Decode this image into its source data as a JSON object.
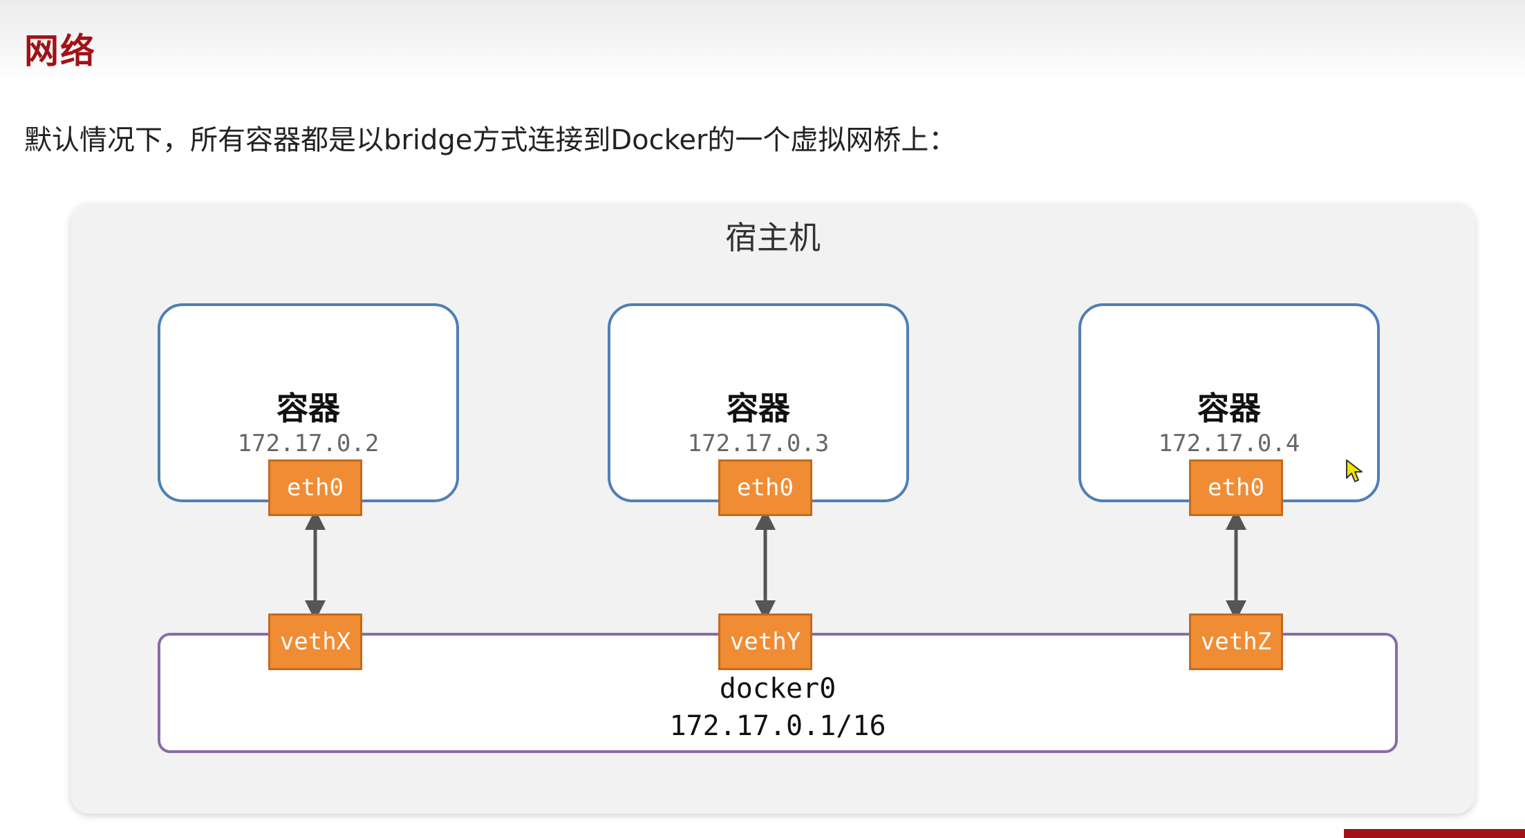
{
  "slide": {
    "title": "网络",
    "intro": "默认情况下，所有容器都是以bridge方式连接到Docker的一个虚拟网桥上："
  },
  "diagram": {
    "host_label": "宿主机",
    "containers": [
      {
        "name": "容器",
        "ip": "172.17.0.2",
        "iface": "eth0",
        "peer": "vethX"
      },
      {
        "name": "容器",
        "ip": "172.17.0.3",
        "iface": "eth0",
        "peer": "vethY"
      },
      {
        "name": "容器",
        "ip": "172.17.0.4",
        "iface": "eth0",
        "peer": "vethZ"
      }
    ],
    "bridge": {
      "name": "docker0",
      "ip": "172.17.0.1/16"
    }
  },
  "colors": {
    "title": "#a11218",
    "container_border": "#4f7fb5",
    "bridge_border": "#8a6aa8",
    "iface_fill": "#f08c34",
    "link": "#555555"
  },
  "icons": [
    "mouse-cursor-icon"
  ]
}
